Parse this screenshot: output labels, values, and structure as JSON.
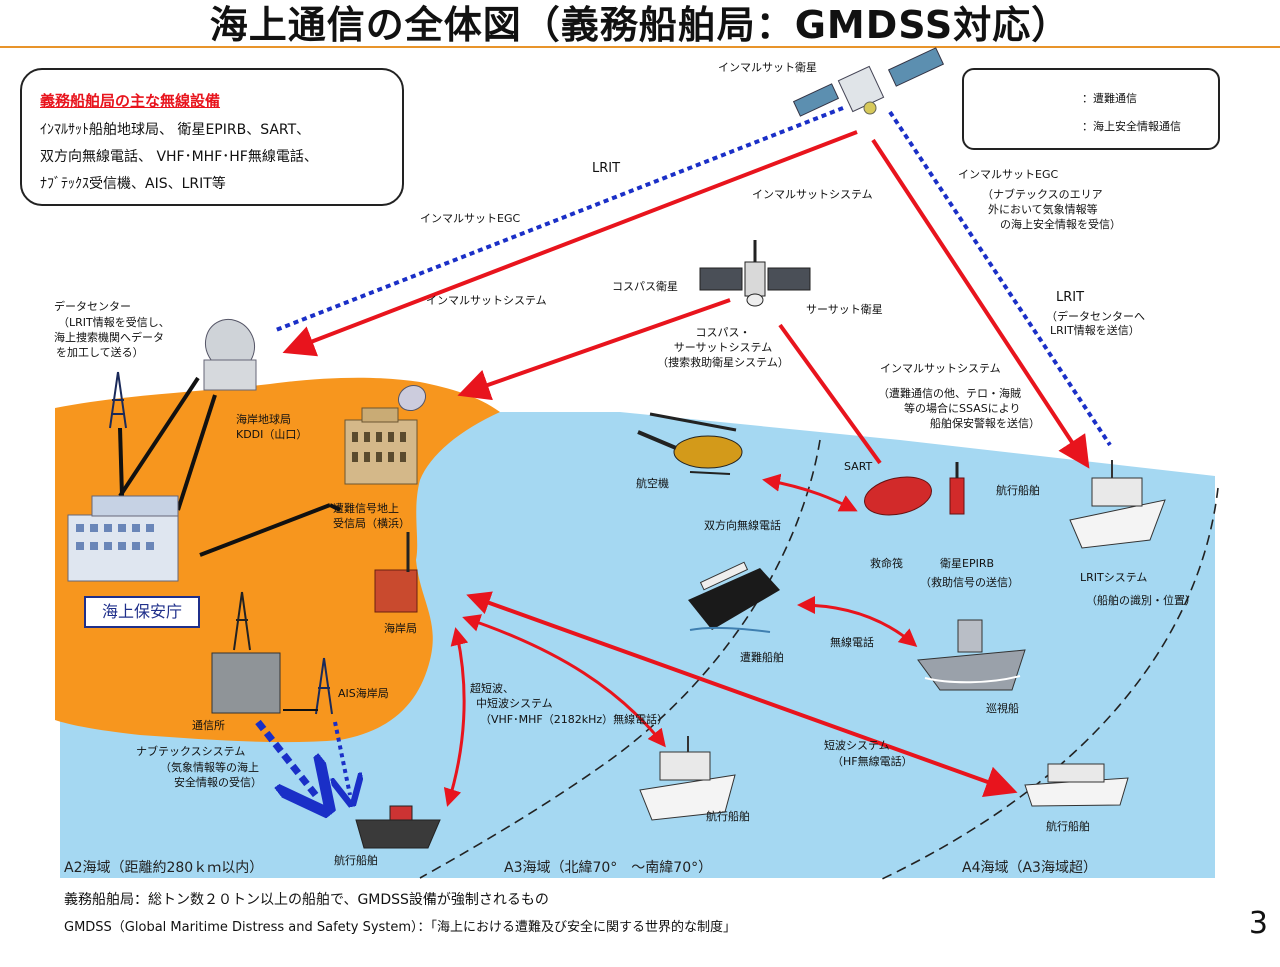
{
  "title": "海上通信の全体図（義務船舶局：GMDSS対応）",
  "equipment_box": {
    "heading": "義務船舶局の主な無線設備",
    "lines": [
      "ｲﾝﾏﾙｻｯﾄ船舶地球局、 衛星EPIRB、SART、",
      "双方向無線電話、 VHF･MHF･HF無線電話、",
      "ﾅﾌﾞﾃｯｸｽ受信機、AIS、LRIT等"
    ]
  },
  "legend": {
    "distress_label": "：遭難通信",
    "safety_label": "：海上安全情報通信",
    "distress_color": "#e8141d",
    "safety_color": "#1a2fc7"
  },
  "colors": {
    "land": "#f7961e",
    "sea": "#a5d8f2"
  },
  "labels": {
    "inmarsat_sat": "インマルサット衛星",
    "lrit_top": "LRIT",
    "inmarsat_egc_left": "インマルサットEGC",
    "inmarsat_system_top": "インマルサットシステム",
    "inmarsat_egc_right": [
      "インマルサットEGC",
      "（ナブテックスのエリア",
      "外において気象情報等",
      "の海上安全情報を受信）"
    ],
    "cospas_sat": "コスパス衛星",
    "sarsat_sat": "サーサット衛星",
    "inmarsat_system_left": "インマルサットシステム",
    "cospas_system": [
      "コスパス・",
      "サーサットシステム",
      "（捜索救助衛星システム）"
    ],
    "lrit_right_title": "LRIT",
    "lrit_right": [
      "（データセンターへ",
      "LRIT情報を送信）"
    ],
    "inmarsat_system_right": "インマルサットシステム",
    "inmarsat_ssas": [
      "（遭難通信の他、テロ・海賊",
      "等の場合にSSASにより",
      "船舶保安警報を送信）"
    ],
    "data_center": [
      "データセンター",
      "（LRIT情報を受信し、",
      "海上捜索機関へデータ",
      "を加工して送る）"
    ],
    "coast_earth": [
      "海岸地球局",
      "KDDI（山口）"
    ],
    "rescue_rx": [
      "遭難信号地上",
      "受信局（横浜）"
    ],
    "coast_station": "海岸局",
    "hq": "海上保安庁",
    "comm_office": "通信所",
    "ais_station": "AIS海岸局",
    "navtex": [
      "ナブテックスシステム",
      "（気象情報等の海上",
      "安全情報の受信）"
    ],
    "aircraft": "航空機",
    "sart": "SART",
    "sailing_ship_1": "航行船舶",
    "two_way": "双方向無線電話",
    "liferaft": "救命筏",
    "epirb": [
      "衛星EPIRB",
      "（救助信号の送信）"
    ],
    "lrit_system": [
      "LRITシステム",
      "（船舶の識別・位置）"
    ],
    "distress_ship": "遭難船舶",
    "radio_phone": "無線電話",
    "patrol": "巡視船",
    "vhf_system": [
      "超短波、",
      "中短波システム",
      "（VHF･MHF（2182kHz）無線電話）"
    ],
    "hf_system": [
      "短波システム",
      "（HF無線電話）"
    ],
    "sailing_ship_2": "航行船舶",
    "sailing_ship_3": "航行船舶",
    "sailing_ship_4": "航行船舶"
  },
  "zones": {
    "a2": "A2海域（距離約280ｋｍ以内）",
    "a3": "A3海域（北緯70°　～南緯70°）",
    "a4": "A4海域（A3海域超）"
  },
  "footer": {
    "line1": "義務船舶局：総トン数２０トン以上の船舶で、GMDSS設備が強制されるもの",
    "line2": "GMDSS（Global Maritime Distress and Safety System）：「海上における遭難及び安全に関する世界的な制度」"
  },
  "page_number": "3"
}
